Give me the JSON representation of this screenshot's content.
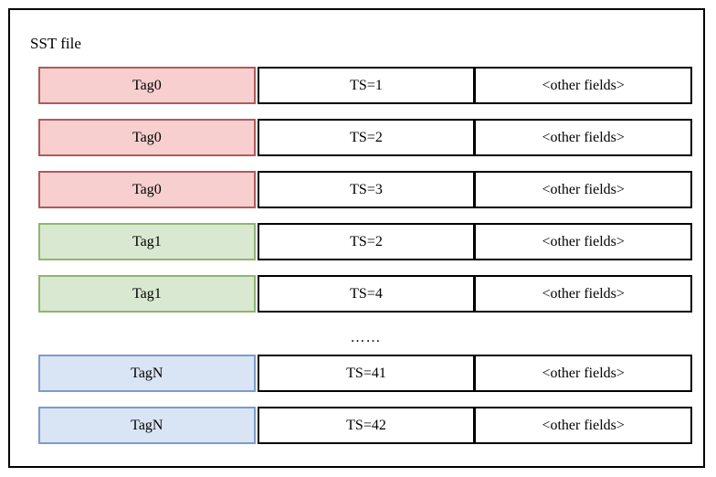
{
  "figure": {
    "container_label": "SST file",
    "columns": [
      "tag",
      "timestamp",
      "other"
    ],
    "ellipsis": "……",
    "colors": {
      "tag0_fill": "#f7cfcf",
      "tag0_border": "#b05a5a",
      "tag1_fill": "#d9e8d0",
      "tag1_border": "#8fb572",
      "tagN_fill": "#d9e4f5",
      "tagN_border": "#7e9cc8",
      "cell_border": "#000000",
      "frame_border": "#000000",
      "background": "#ffffff"
    },
    "rows": [
      {
        "tag": "Tag0",
        "ts": "TS=1",
        "other": "<other fields>",
        "color": "red"
      },
      {
        "tag": "Tag0",
        "ts": "TS=2",
        "other": "<other fields>",
        "color": "red"
      },
      {
        "tag": "Tag0",
        "ts": "TS=3",
        "other": "<other fields>",
        "color": "red"
      },
      {
        "tag": "Tag1",
        "ts": "TS=2",
        "other": "<other fields>",
        "color": "green"
      },
      {
        "tag": "Tag1",
        "ts": "TS=4",
        "other": "<other fields>",
        "color": "green"
      },
      {
        "tag": "TagN",
        "ts": "TS=41",
        "other": "<other fields>",
        "color": "blue"
      },
      {
        "tag": "TagN",
        "ts": "TS=42",
        "other": "<other fields>",
        "color": "blue"
      }
    ]
  }
}
